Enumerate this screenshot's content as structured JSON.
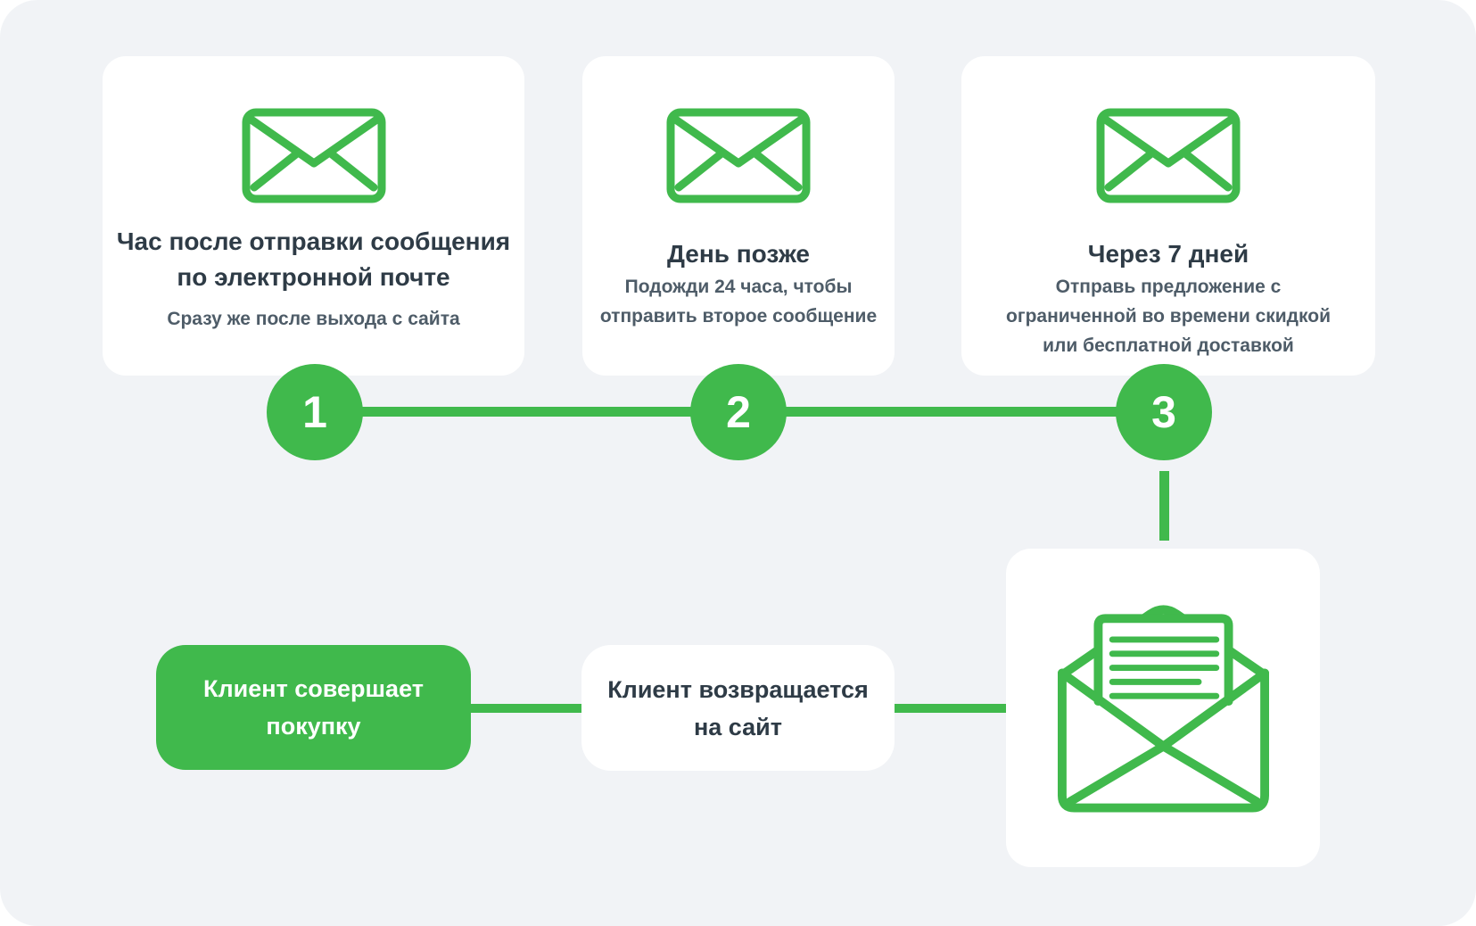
{
  "theme": {
    "green": "#40B94C",
    "canvas_bg": "#F1F3F6",
    "card_bg": "#FFFFFF",
    "title_color": "#2E3B46",
    "subtitle_color": "#4E5C68",
    "white": "#FFFFFF"
  },
  "steps": [
    {
      "number": "1",
      "icon": "envelope-icon",
      "title": "Час после отправки сообщения по электронной почте",
      "title_lines": [
        "Час после отправки сообщения",
        "по электронной почте"
      ],
      "subtitle": "Сразу же после выхода с сайта",
      "subtitle_lines": [
        "Сразу же после выхода с сайта"
      ]
    },
    {
      "number": "2",
      "icon": "envelope-icon",
      "title": "День позже",
      "title_lines": [
        "День позже"
      ],
      "subtitle": "Подожди 24 часа, чтобы отправить второе сообщение",
      "subtitle_lines": [
        "Подожди 24 часа, чтобы",
        "отправить второе сообщение"
      ]
    },
    {
      "number": "3",
      "icon": "envelope-icon",
      "title": "Через 7 дней",
      "title_lines": [
        "Через 7 дней"
      ],
      "subtitle": "Отправь предложение с ограниченной во времени скидкой или бесплатной доставкой",
      "subtitle_lines": [
        "Отправь предложение с",
        "ограниченной во времени скидкой",
        "или бесплатной доставкой"
      ]
    }
  ],
  "flow": {
    "purchase_label": "Клиент совершает покупку",
    "purchase_label_lines": [
      "Клиент совершает",
      "покупку"
    ],
    "return_label": "Клиент возвращается на сайт",
    "return_label_lines": [
      "Клиент возвращается",
      "на сайт"
    ],
    "result_icon": "open-envelope-icon"
  }
}
